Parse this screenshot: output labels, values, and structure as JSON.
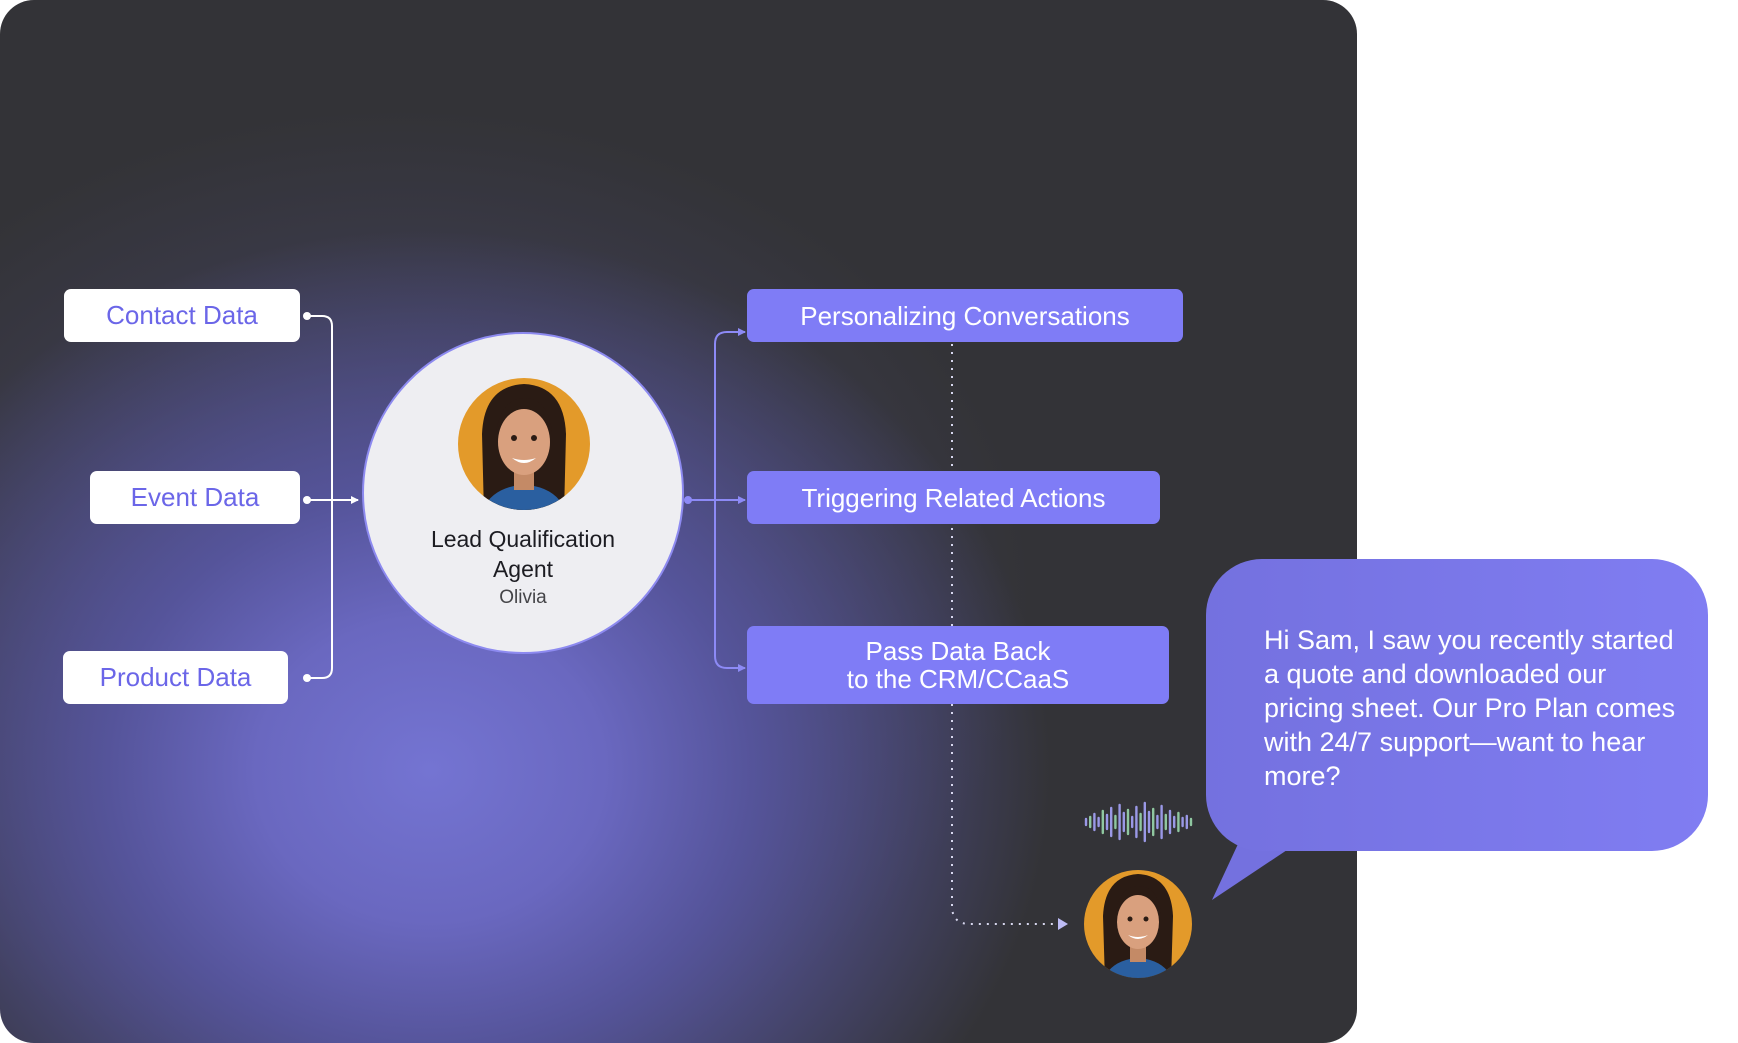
{
  "inputs": [
    {
      "label": "Contact Data"
    },
    {
      "label": "Event Data"
    },
    {
      "label": "Product Data"
    }
  ],
  "agent": {
    "title_line1": "Lead Qualification",
    "title_line2": "Agent",
    "name": "Olivia"
  },
  "outputs": [
    {
      "label": "Personalizing Conversations"
    },
    {
      "label": "Triggering Related Actions"
    },
    {
      "label_line1": "Pass Data Back",
      "label_line2": "to the CRM/CCaaS"
    }
  ],
  "speech": {
    "text": "Hi Sam, I saw you recently started a quote and downloaded our pricing sheet. Our Pro Plan comes with 24/7 support—want to hear more?"
  },
  "colors": {
    "accent": "#7f7cf6",
    "chip_text": "#6b66e8",
    "panel_dark": "#333337",
    "avatar_bg": "#e39a2a"
  },
  "icons": [
    "avatar-olivia",
    "voice-waveform-icon",
    "arrow-icon"
  ]
}
